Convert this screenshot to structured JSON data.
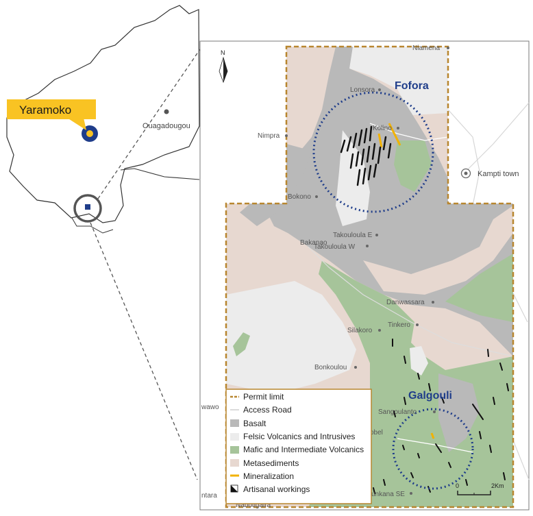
{
  "overview": {
    "callout_label": "Yaramoko",
    "capital_label": "Ouagadougou"
  },
  "map": {
    "north_label": "N",
    "regions": {
      "fofora": "Fofora",
      "galgouli": "Galgouli"
    },
    "places": {
      "niamena": "Niamena",
      "lonsora": "Lonsora",
      "kolino": "Kolino",
      "nimpra": "Nimpra",
      "kampti": "Kampti town",
      "bokono": "Bokono",
      "takouloula_e": "Takouloula E",
      "bakanao": "Bakanao",
      "takouloula_w": "Takouloula W",
      "danwassara": "Danwassara",
      "tinkero": "Tinkero",
      "silakoro": "Silakoro",
      "bonkoulou": "Bonkoulou",
      "sangoulanto": "Sangoulanto",
      "wawo": "wawo",
      "tobel": "obel",
      "tunkana": "unkana SE",
      "ntara": "ntara",
      "nabotigaira": "Nabotigaira"
    },
    "scale": {
      "zero": "0",
      "end": "2Km"
    }
  },
  "legend": {
    "permit_limit": "Permit limit",
    "access_road": "Access Road",
    "basalt": "Basalt",
    "felsic": "Felsic Volcanics and Intrusives",
    "mafic": "Mafic and Intermediate Volcanics",
    "metasediments": "Metasediments",
    "mineralization": "Mineralization",
    "artisanal": "Artisanal workings"
  },
  "colors": {
    "permit": "#b8862f",
    "road": "#cfcfcf",
    "basalt": "#b9b9b9",
    "felsic": "#ececec",
    "mafic": "#a6c49a",
    "metasediments": "#e7d8d0",
    "mineralization": "#f2b200",
    "circle": "#1f3d8a",
    "callout": "#f9c323"
  }
}
